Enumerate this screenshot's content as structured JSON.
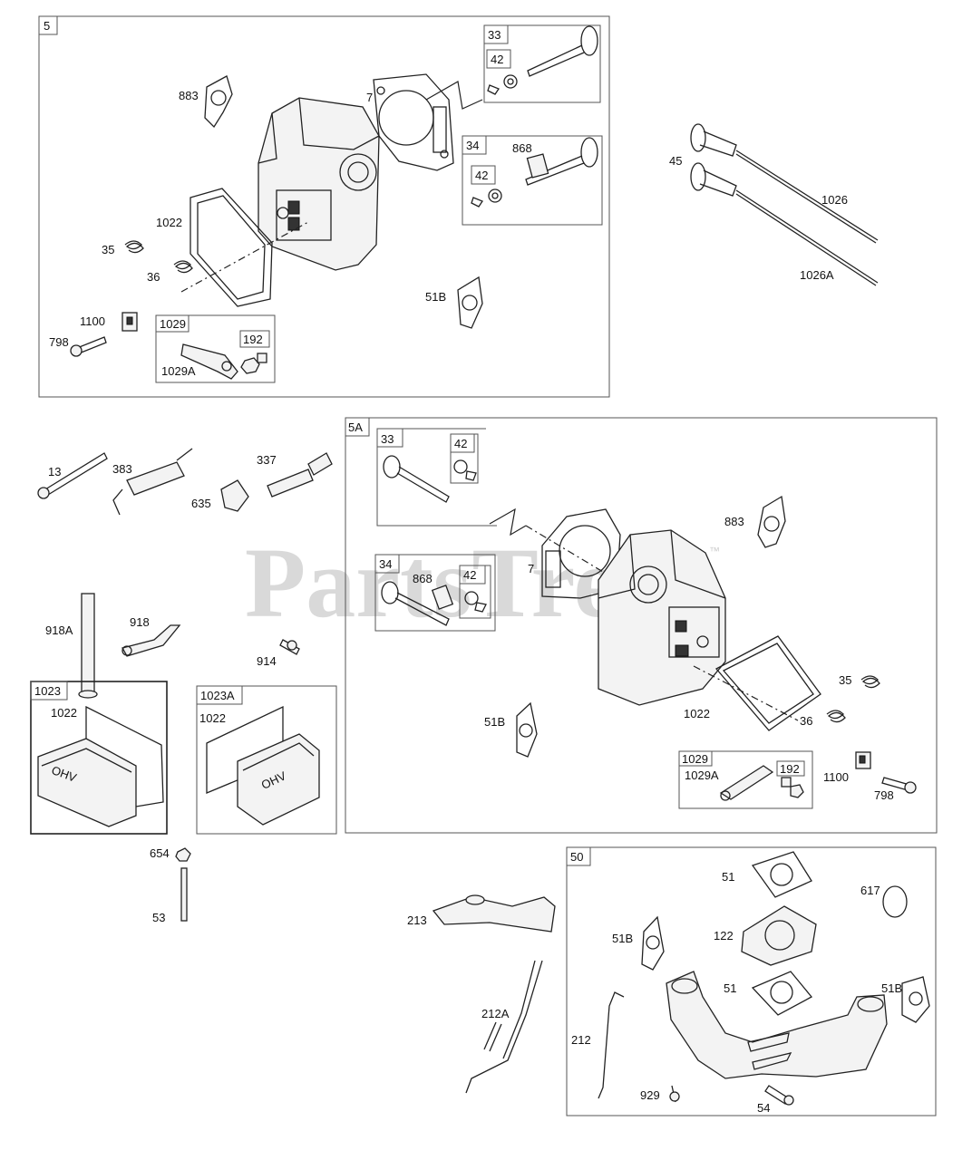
{
  "watermark": {
    "text": "PartsTre",
    "mark": "™"
  },
  "groups": {
    "g5": "5",
    "g5a": "5A",
    "g33": "33",
    "g42": "42",
    "g34": "34",
    "g1029": "1029",
    "g192": "192",
    "g1023": "1023",
    "g1023a": "1023A",
    "g50": "50"
  },
  "labels": {
    "p883": "883",
    "p7": "7",
    "p868": "868",
    "p1022": "1022",
    "p35": "35",
    "p36": "36",
    "p51b": "51B",
    "p1100": "1100",
    "p798": "798",
    "p1029a": "1029A",
    "p45": "45",
    "p1026": "1026",
    "p1026a": "1026A",
    "p13": "13",
    "p383": "383",
    "p337": "337",
    "p635": "635",
    "p918a": "918A",
    "p918": "918",
    "p914": "914",
    "p654": "654",
    "p53": "53",
    "p213": "213",
    "p212a": "212A",
    "p212": "212",
    "p51": "51",
    "p617": "617",
    "p122": "122",
    "p929": "929",
    "p54": "54"
  }
}
